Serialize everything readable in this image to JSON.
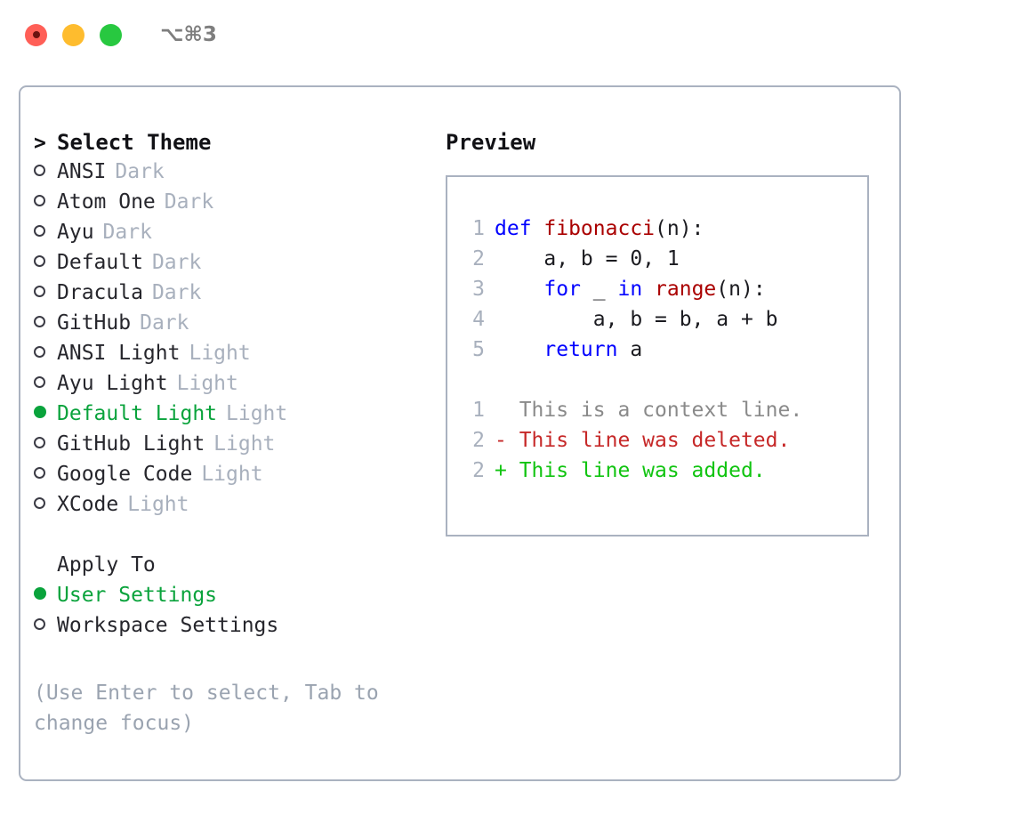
{
  "titlebar": {
    "lights": [
      {
        "name": "close",
        "color": "#ff5f57"
      },
      {
        "name": "minimize",
        "color": "#febc2e"
      },
      {
        "name": "maximize",
        "color": "#28c840"
      }
    ],
    "shortcut": "⌥⌘3"
  },
  "colors": {
    "accent_green": "#0aa33c",
    "muted": "#a8b0bd",
    "hint": "#9aa3b0",
    "border": "#aab2c0",
    "keyword_blue": "#0000ff",
    "function_red": "#aa0000",
    "diff_deleted": "#c62828",
    "diff_added": "#11c411",
    "diff_context": "#8a8a8a"
  },
  "left_panel": {
    "heading": "Select Theme",
    "heading_marker": ">",
    "themes": [
      {
        "name": "ANSI",
        "tag": "Dark",
        "selected": false
      },
      {
        "name": "Atom One",
        "tag": "Dark",
        "selected": false
      },
      {
        "name": "Ayu",
        "tag": "Dark",
        "selected": false
      },
      {
        "name": "Default",
        "tag": "Dark",
        "selected": false
      },
      {
        "name": "Dracula",
        "tag": "Dark",
        "selected": false
      },
      {
        "name": "GitHub",
        "tag": "Dark",
        "selected": false
      },
      {
        "name": "ANSI Light",
        "tag": "Light",
        "selected": false
      },
      {
        "name": "Ayu Light",
        "tag": "Light",
        "selected": false
      },
      {
        "name": "Default Light",
        "tag": "Light",
        "selected": true
      },
      {
        "name": "GitHub Light",
        "tag": "Light",
        "selected": false
      },
      {
        "name": "Google Code",
        "tag": "Light",
        "selected": false
      },
      {
        "name": "XCode",
        "tag": "Light",
        "selected": false
      }
    ],
    "apply_to": {
      "label": "Apply To",
      "options": [
        {
          "name": "User Settings",
          "selected": true
        },
        {
          "name": "Workspace Settings",
          "selected": false
        }
      ]
    },
    "hint": "(Use Enter to select, Tab to change focus)"
  },
  "right_panel": {
    "title": "Preview",
    "code_lines": [
      {
        "no": "1",
        "tokens": [
          {
            "t": "def ",
            "c": "kw"
          },
          {
            "t": "fibonacci",
            "c": "fn"
          },
          {
            "t": "(n):",
            "c": "plain"
          }
        ]
      },
      {
        "no": "2",
        "tokens": [
          {
            "t": "    a, b = 0, 1",
            "c": "plain"
          }
        ]
      },
      {
        "no": "3",
        "tokens": [
          {
            "t": "    ",
            "c": "plain"
          },
          {
            "t": "for",
            "c": "kw"
          },
          {
            "t": " _ ",
            "c": "plain"
          },
          {
            "t": "in",
            "c": "kw"
          },
          {
            "t": " ",
            "c": "plain"
          },
          {
            "t": "range",
            "c": "fn"
          },
          {
            "t": "(n):",
            "c": "plain"
          }
        ]
      },
      {
        "no": "4",
        "tokens": [
          {
            "t": "        a, b = b, a + b",
            "c": "plain"
          }
        ]
      },
      {
        "no": "5",
        "tokens": [
          {
            "t": "    ",
            "c": "plain"
          },
          {
            "t": "return",
            "c": "kw"
          },
          {
            "t": " a",
            "c": "plain"
          }
        ]
      }
    ],
    "diff_lines": [
      {
        "no": "1",
        "text": "  This is a context line.",
        "kind": "ctx"
      },
      {
        "no": "2",
        "text": "- This line was deleted.",
        "kind": "del"
      },
      {
        "no": "2",
        "text": "+ This line was added.",
        "kind": "add"
      }
    ]
  }
}
